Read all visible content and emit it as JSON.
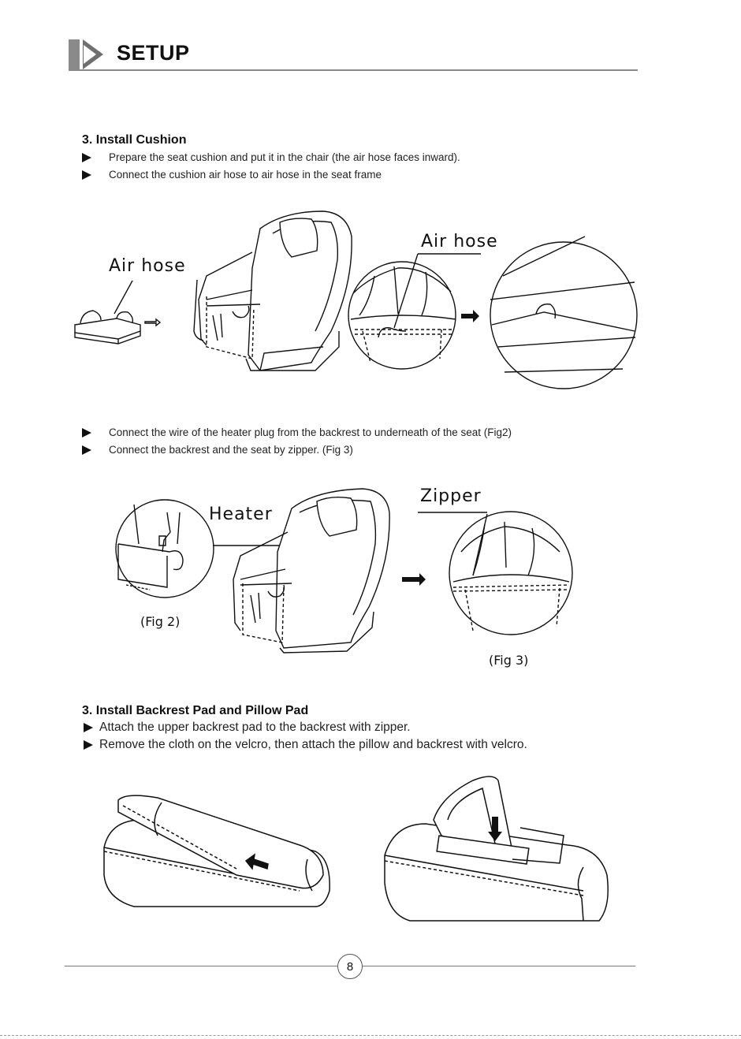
{
  "header": {
    "title": "SETUP"
  },
  "section_cushion": {
    "title": "3. Install Cushion",
    "bullets": [
      "Prepare the seat cushion and put it in the chair (the air hose faces inward).",
      "Connect the cushion air hose to air hose in the seat frame"
    ],
    "labels": {
      "air_hose_left": "Air hose",
      "air_hose_right": "Air hose"
    }
  },
  "section_heater": {
    "bullets": [
      "Connect the wire of the heater plug from the backrest to underneath of the seat (Fig2)",
      "Connect the backrest and the seat by zipper. (Fig 3)"
    ],
    "labels": {
      "heater": "Heater",
      "zipper": "Zipper",
      "fig2": "(Fig 2)",
      "fig3": "(Fig 3)"
    }
  },
  "section_backrest": {
    "title": "3. Install Backrest Pad and Pillow Pad",
    "bullets": [
      "Attach the upper backrest pad to the backrest with zipper.",
      "Remove the cloth on the velcro, then attach the pillow and backrest with velcro."
    ]
  },
  "footer": {
    "page_number": "8"
  },
  "icons": [
    "section-arrow-icon",
    "bullet-triangle-icon",
    "arrow-right-icon",
    "arrow-down-icon",
    "arrow-left-icon"
  ]
}
